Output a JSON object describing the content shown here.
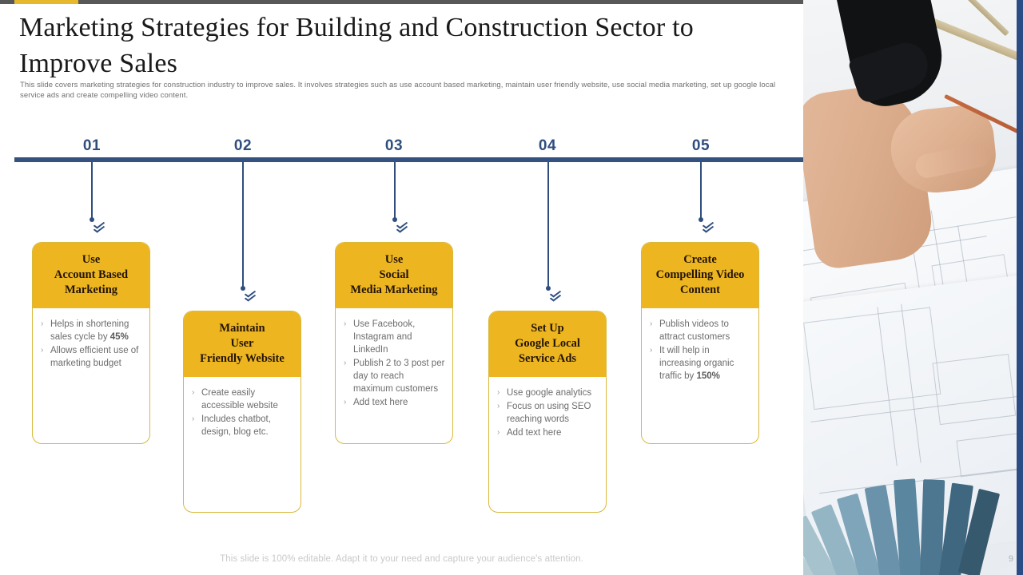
{
  "slide": {
    "title": "Marketing Strategies for Building and Construction Sector to Improve Sales",
    "subtitle": "This slide covers marketing strategies for construction industry to improve sales. It involves strategies such as use account based marketing, maintain  user friendly website, use social media marketing,  set up google local service ads and create compelling  video content.",
    "footer_note": "This slide is 100% editable. Adapt it to your need and capture your audience's attention.",
    "page_number": "9"
  },
  "colors": {
    "accent_gold": "#EDB51F",
    "accent_navy": "#2F4E7E",
    "timeline_navy": "#34517F",
    "card_border": "#D9B93C",
    "top_bar_gray": "#585858",
    "top_bar_gold": "#E8B82C",
    "body_text": "#6d6d6d",
    "title_text": "#1a1a1a",
    "panel_edge": "#2C4C86"
  },
  "steps": [
    {
      "number": "01",
      "title": "Use\nAccount Based\nMarketing",
      "title_lines": [
        "Use",
        "Account Based",
        "Marketing"
      ],
      "bullets": [
        "Helps in shortening sales cycle by <b>45%</b>",
        "Allows efficient use of marketing budget"
      ]
    },
    {
      "number": "02",
      "title": "Maintain\nUser\nFriendly Website",
      "title_lines": [
        "Maintain",
        "User",
        "Friendly Website"
      ],
      "bullets": [
        "Create easily accessible website",
        "Includes chatbot, design, blog etc."
      ]
    },
    {
      "number": "03",
      "title": "Use\nSocial\nMedia Marketing",
      "title_lines": [
        "Use",
        "Social",
        "Media Marketing"
      ],
      "bullets": [
        "Use Facebook, Instagram and LinkedIn",
        "Publish 2 to 3 post per day to reach maximum customers",
        "Add text here"
      ]
    },
    {
      "number": "04",
      "title": "Set Up\nGoogle Local\nService Ads",
      "title_lines": [
        "Set Up",
        "Google Local",
        "Service Ads"
      ],
      "bullets": [
        "Use google analytics",
        "Focus on using SEO reaching words",
        "Add text here"
      ]
    },
    {
      "number": "05",
      "title": "Create\nCompelling Video\nContent",
      "title_lines": [
        "Create",
        "Compelling Video",
        "Content"
      ],
      "bullets": [
        "Publish videos to attract customers",
        "It will help in increasing organic traffic by <b>150%</b>"
      ]
    }
  ],
  "bullet_marker": "›",
  "photo": {
    "alt_name": "architect-drawing-blueprint-photo"
  }
}
